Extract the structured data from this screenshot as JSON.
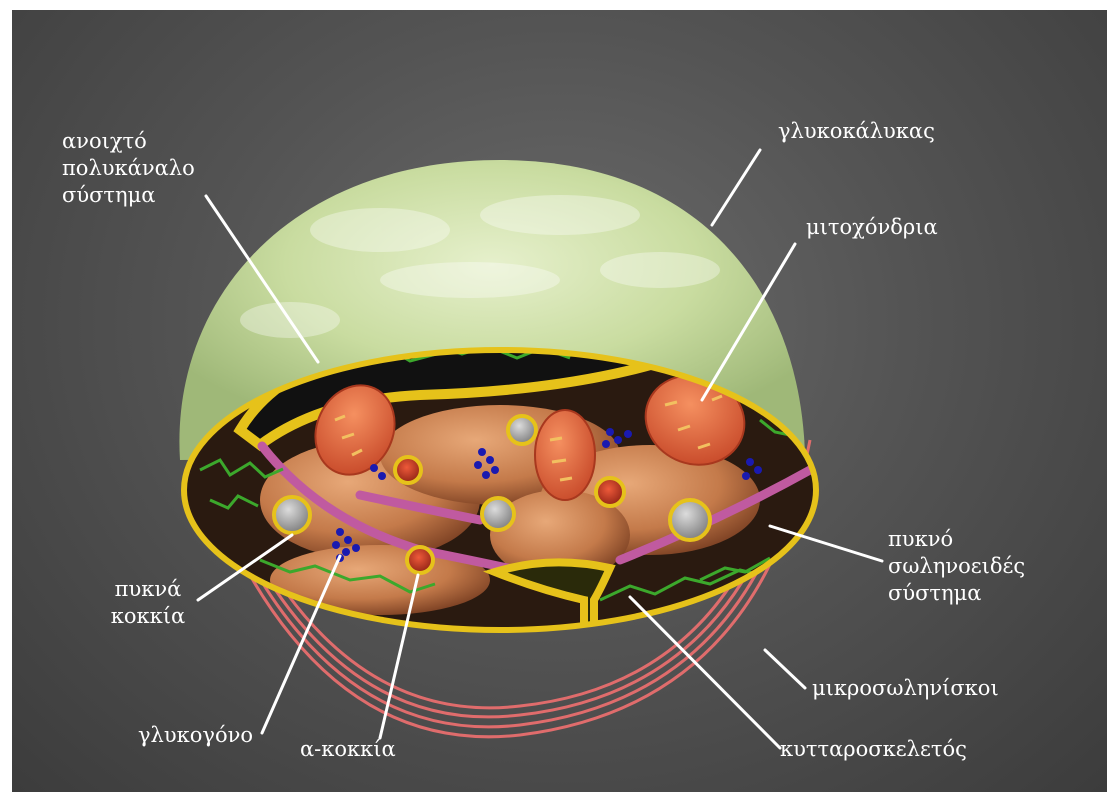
{
  "labels": {
    "open_canalicular_system": [
      "ανοιχτό",
      "πολυκάναλο",
      "σύστημα"
    ],
    "glycocalyx": "γλυκοκάλυκας",
    "mitochondria": "μιτοχόνδρια",
    "dense_tubular_system": [
      "πυκνό",
      "σωληνοειδές",
      "σύστημα"
    ],
    "dense_granules": [
      "πυκνά",
      "κοκκία"
    ],
    "microtubules": "μικροσωληνίσκοι",
    "glycogen": "γλυκογόνο",
    "alpha_granules": "α-κοκκία",
    "cytoskeleton": "κυτταροσκελετός"
  },
  "colors": {
    "background": "#555555",
    "glycocalyx": "#c9dca0",
    "membrane": "#e6c21a",
    "cytoplasm": "#2a1a10",
    "organelle": "#c47a4a",
    "mitochondria": "#e0643a",
    "dense_tubular": "#c05aa0",
    "cytoskeleton": "#3ca82c",
    "microtubules": "#f07070",
    "glycogen": "#1a1ab0",
    "leader_lines": "#ffffff"
  }
}
